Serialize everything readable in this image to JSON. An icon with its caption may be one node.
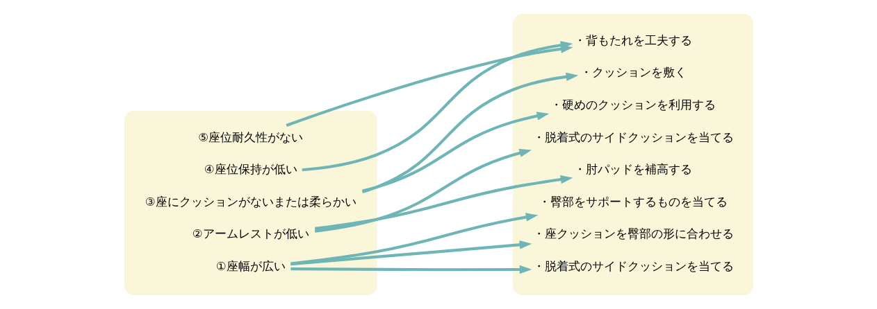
{
  "diagram": {
    "nodes": [
      {
        "text": [],
        "shape": "box"
      },
      {
        "text": [
          "①座幅が広い"
        ],
        "in": 0
      },
      {
        "text": [
          "②アームレストが低い"
        ],
        "in": 0
      },
      {
        "text": [
          "③座にクッションがないまたは柔らかい"
        ],
        "in": 0
      },
      {
        "text": [
          "④座位保持が低い"
        ],
        "in": 0
      },
      {
        "text": [
          "⑤座位耐久性がない"
        ],
        "in": 0
      },
      {
        "text": [],
        "shape": "box"
      },
      {
        "text": [
          "・脱着式のサイドクッションを当てる"
        ],
        "in": 6
      },
      {
        "text": [
          "・座クッションを臀部の形に合わせる"
        ],
        "in": 6
      },
      {
        "text": [
          "・臀部をサポートするものを当てる"
        ],
        "in": 6
      },
      {
        "text": [
          "・肘パッドを補高する"
        ],
        "in": 6
      },
      {
        "text": [
          "・脱着式のサイドクッションを当てる"
        ],
        "in": 6
      },
      {
        "text": [
          "・硬めのクッションを利用する"
        ],
        "in": 6
      },
      {
        "text": [
          "・クッションを敷く"
        ],
        "in": 6
      },
      {
        "text": [
          "・背もたれを工夫する"
        ],
        "in": 6
      }
    ],
    "edges": [
      {
        "from": 1,
        "to": 7,
        "arrow": "to"
      },
      {
        "from": 1,
        "to": 8,
        "arrow": "to"
      },
      {
        "from": 1,
        "to": 9,
        "arrow": "to"
      },
      {
        "from": 2,
        "to": 10,
        "arrow": "to"
      },
      {
        "from": 2,
        "to": 11,
        "arrow": "to"
      },
      {
        "from": 3,
        "to": 12,
        "arrow": "to"
      },
      {
        "from": 3,
        "to": 13,
        "arrow": "to"
      },
      {
        "from": 4,
        "to": 14,
        "arrow": "to"
      },
      {
        "from": 5,
        "to": 14,
        "arrow": "to"
      }
    ]
  }
}
